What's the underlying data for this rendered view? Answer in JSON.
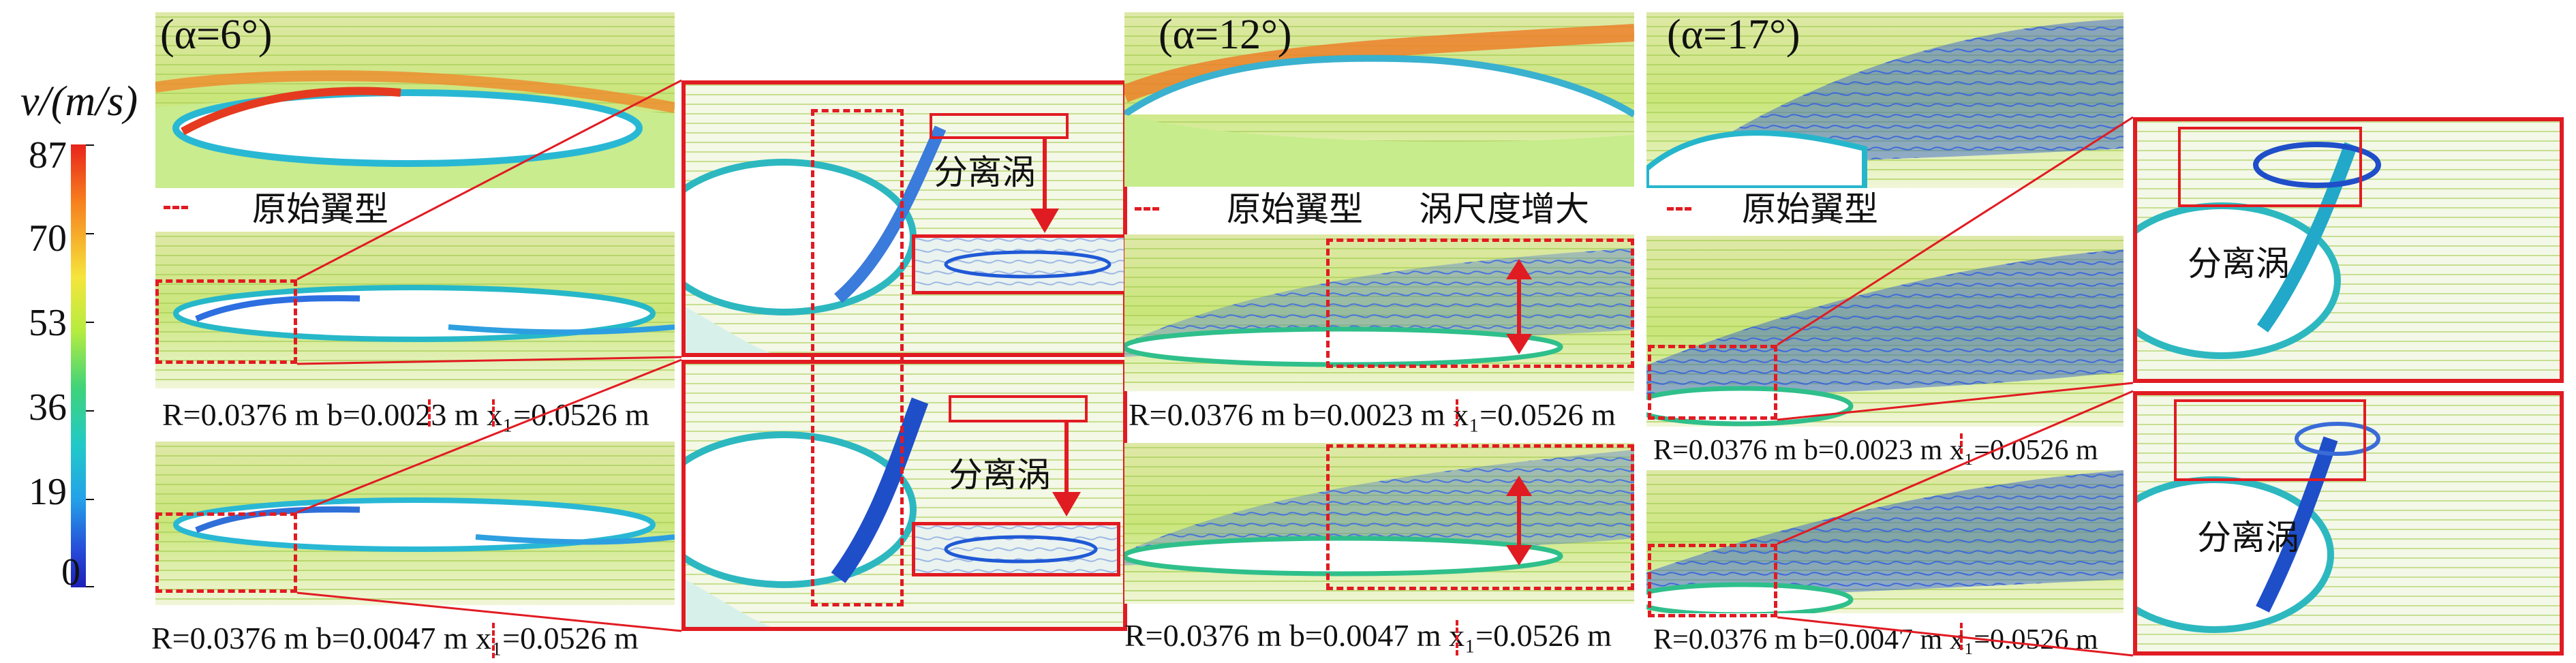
{
  "legend": {
    "title": "v/(m/s)",
    "ticks": [
      "87",
      "70",
      "53",
      "36",
      "19",
      "0"
    ],
    "colors": [
      "#1d1fb8",
      "#2749d8",
      "#23a2e8",
      "#21c9c9",
      "#3fd37a",
      "#b6ec3f",
      "#f5e53c",
      "#f7801e",
      "#e8231b"
    ]
  },
  "columns": [
    {
      "alpha": "(α=6°)",
      "baseline_label": "原始翼型",
      "vortex_label_top": "分离涡",
      "vortex_label_bottom": "分离涡"
    },
    {
      "alpha": "(α=12°)",
      "baseline_label": "原始翼型",
      "growth_label": "涡尺度增大"
    },
    {
      "alpha": "(α=17°)",
      "baseline_label": "原始翼型",
      "vortex_label_top": "分离涡",
      "vortex_label_bottom": "分离涡"
    }
  ],
  "geometry_labels": {
    "a6_row1": "R=0.0376 m b=0.0023 m x₁=0.0526 m",
    "a6_row2": "R=0.0376 m b=0.0047 m x₁=0.0526 m",
    "a12_row1": "R=0.0376 m b=0.0023 m x₁=0.0526 m",
    "a12_row2": "R=0.0376 m b=0.0047 m x₁=0.0526 m",
    "a17_row1": "R=0.0376 m b=0.0023 m x₁=0.0526 m",
    "a17_row2": "R=0.0376 m b=0.0047 m x₁=0.0526 m"
  }
}
